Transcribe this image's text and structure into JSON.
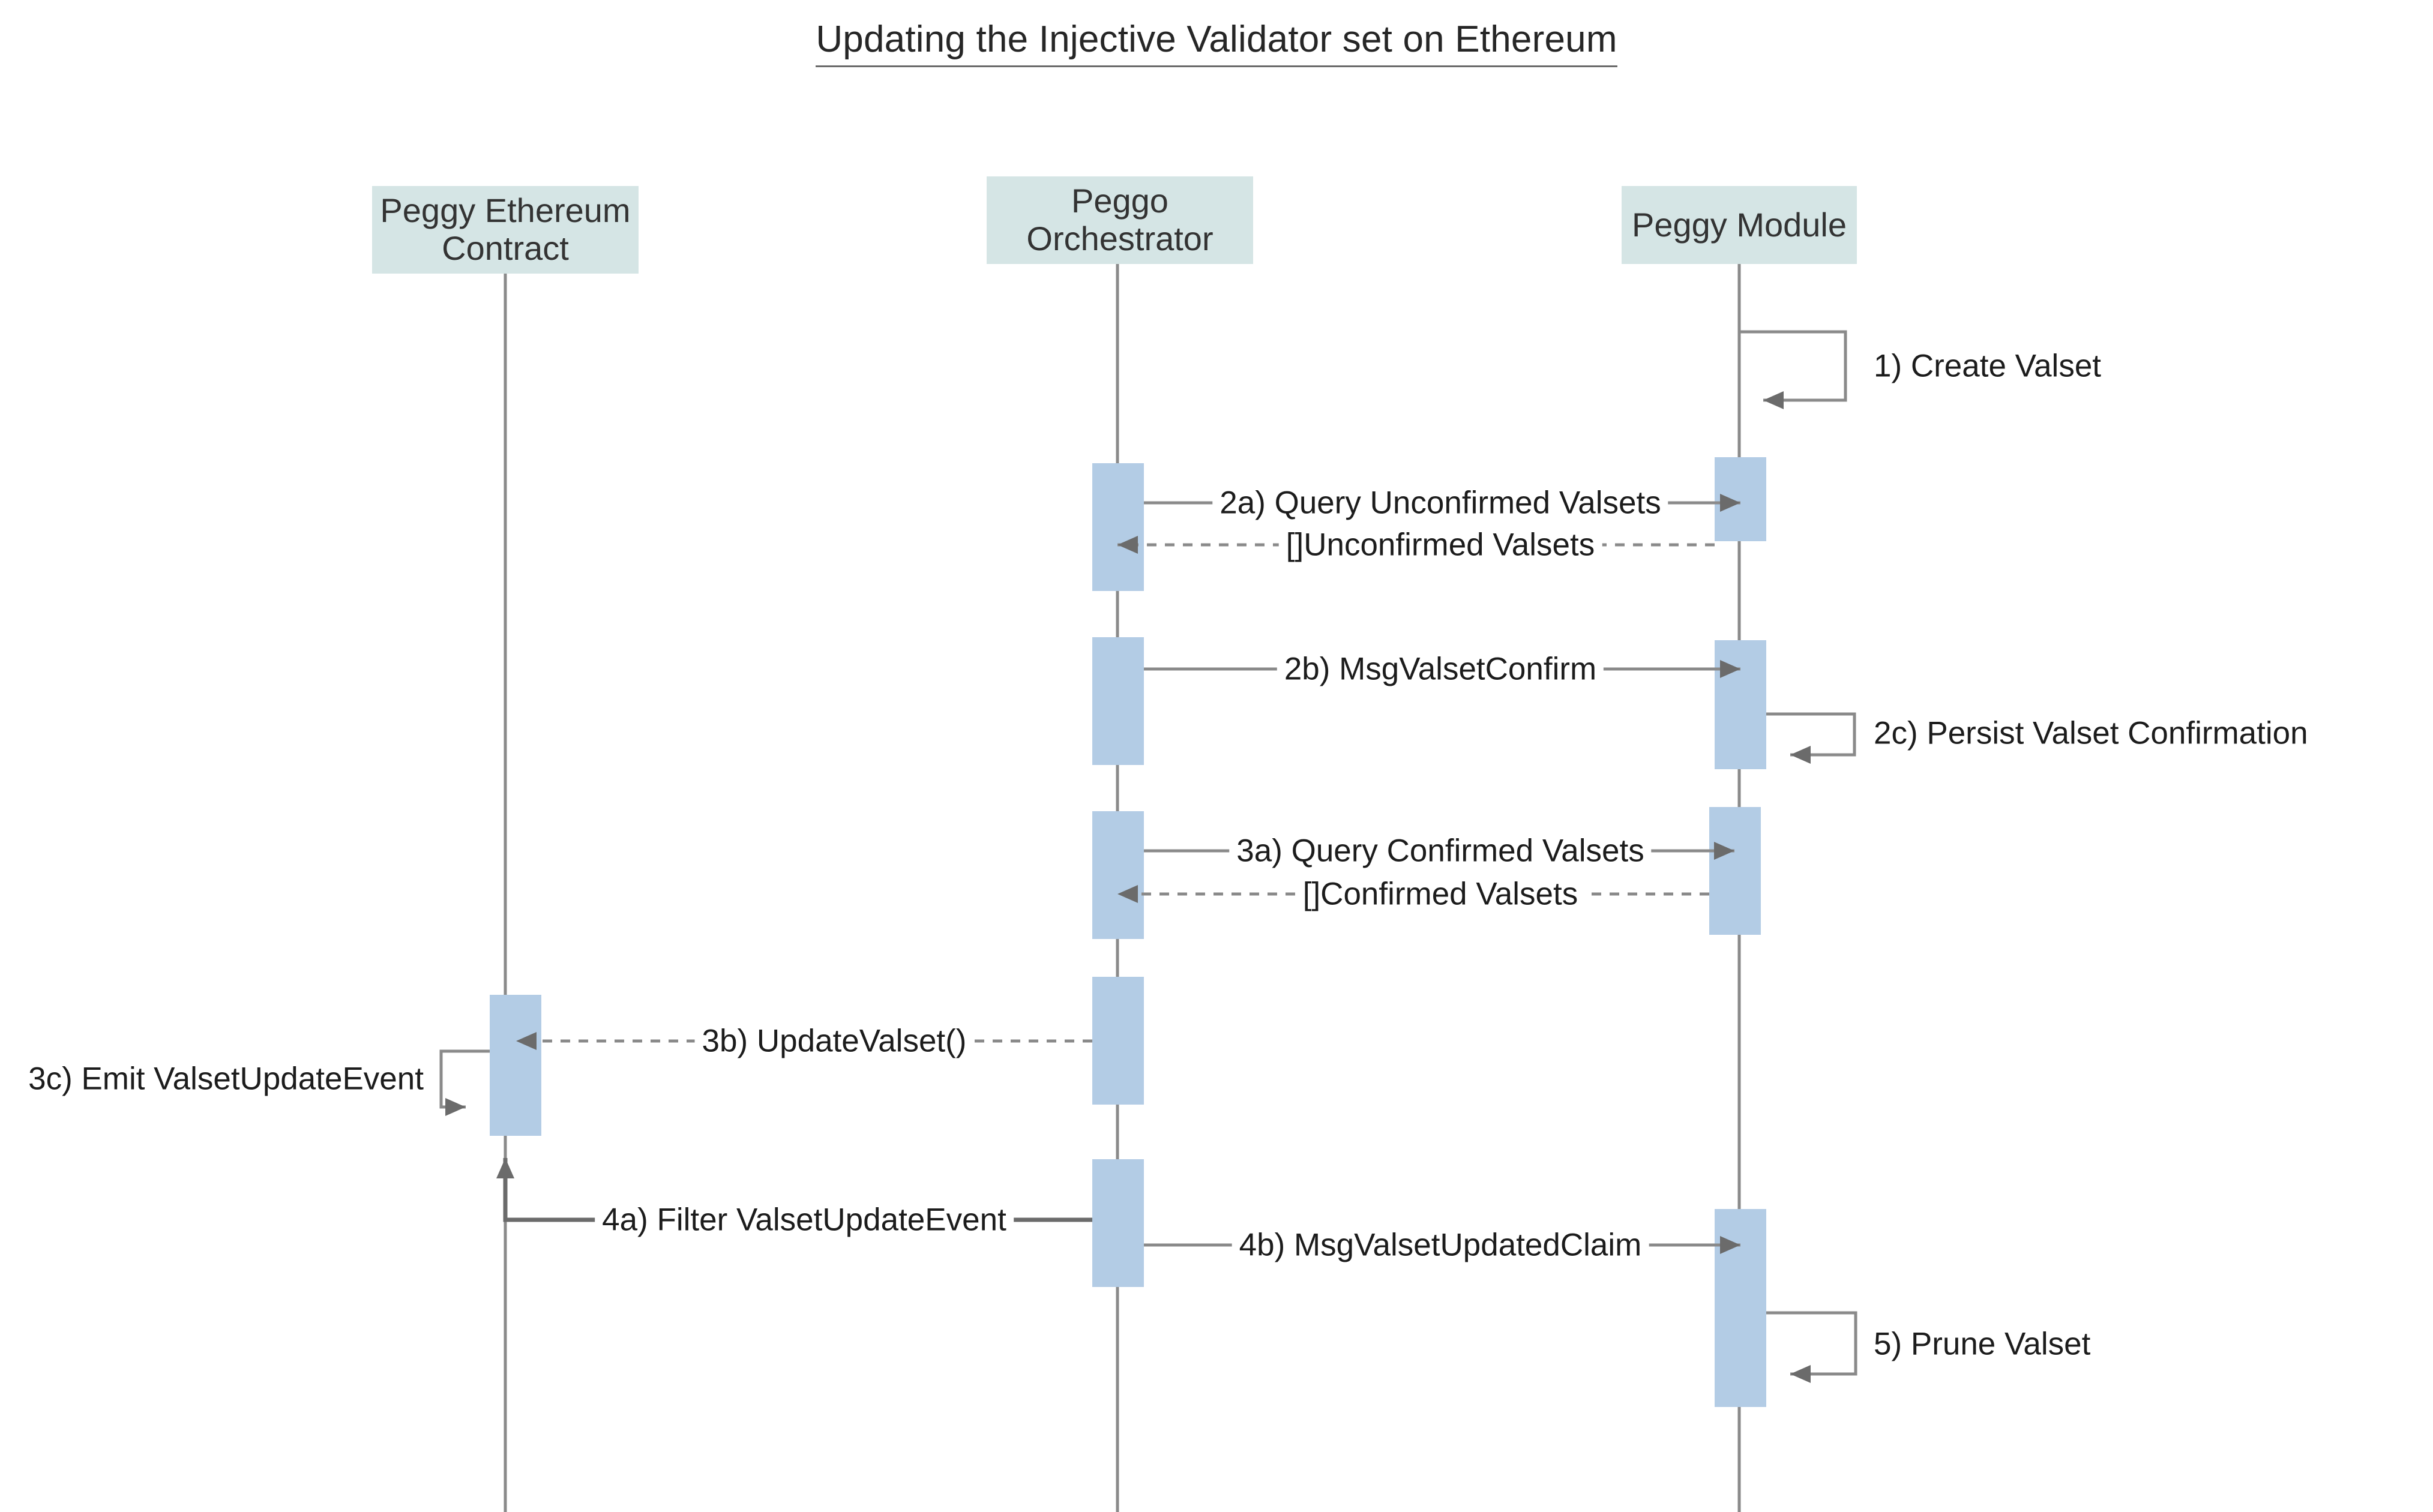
{
  "diagram": {
    "type": "sequence-diagram",
    "title": "Updating the Injective Validator set on Ethereum",
    "colors": {
      "participant_box_fill": "#d5e5e5",
      "activation_fill": "#b3cce5",
      "activation_stroke": "#b3cce5",
      "lifeline_stroke": "#808080",
      "arrow_stroke": "#6b6b6b",
      "text": "#262626",
      "background": "#ffffff"
    },
    "participants": [
      {
        "id": "contract",
        "label": "Peggy Ethereum\nContract",
        "line1": "Peggy Ethereum",
        "line2": "Contract"
      },
      {
        "id": "orchestrator",
        "label": "Peggo\nOrchestrator",
        "line1": "Peggo",
        "line2": "Orchestrator"
      },
      {
        "id": "module",
        "label": "Peggy Module",
        "line1": "Peggy Module",
        "line2": ""
      }
    ],
    "messages": [
      {
        "id": "m1",
        "label": "1) Create Valset",
        "from": "module",
        "to": "module",
        "kind": "self",
        "style": "solid",
        "label_side": "right"
      },
      {
        "id": "m2a",
        "label": "2a) Query Unconfirmed Valsets",
        "from": "orchestrator",
        "to": "module",
        "kind": "call",
        "style": "solid",
        "label_side": "center"
      },
      {
        "id": "m2a-r",
        "label": "[]Unconfirmed Valsets",
        "from": "module",
        "to": "orchestrator",
        "kind": "return",
        "style": "dashed",
        "label_side": "center"
      },
      {
        "id": "m2b",
        "label": "2b) MsgValsetConfirm",
        "from": "orchestrator",
        "to": "module",
        "kind": "call",
        "style": "solid",
        "label_side": "center"
      },
      {
        "id": "m2c",
        "label": "2c) Persist Valset Confirmation",
        "from": "module",
        "to": "module",
        "kind": "self",
        "style": "solid",
        "label_side": "right"
      },
      {
        "id": "m3a",
        "label": "3a) Query Confirmed Valsets",
        "from": "orchestrator",
        "to": "module",
        "kind": "call",
        "style": "solid",
        "label_side": "center"
      },
      {
        "id": "m3a-r",
        "label": "[]Confirmed Valsets",
        "from": "module",
        "to": "orchestrator",
        "kind": "return",
        "style": "dashed",
        "label_side": "center"
      },
      {
        "id": "m3b",
        "label": "3b) UpdateValset()",
        "from": "orchestrator",
        "to": "contract",
        "kind": "return",
        "style": "dashed",
        "label_side": "center"
      },
      {
        "id": "m3c",
        "label": "3c) Emit ValsetUpdateEvent",
        "from": "contract",
        "to": "contract",
        "kind": "self-left",
        "style": "solid",
        "label_side": "left"
      },
      {
        "id": "m4a",
        "label": "4a) Filter ValsetUpdateEvent",
        "from": "orchestrator",
        "to": "contract",
        "kind": "elbow-up",
        "style": "solid",
        "label_side": "center"
      },
      {
        "id": "m4b",
        "label": "4b) MsgValsetUpdatedClaim",
        "from": "orchestrator",
        "to": "module",
        "kind": "call",
        "style": "solid",
        "label_side": "center"
      },
      {
        "id": "m5",
        "label": "5) Prune Valset",
        "from": "module",
        "to": "module",
        "kind": "self",
        "style": "solid",
        "label_side": "right"
      }
    ]
  }
}
